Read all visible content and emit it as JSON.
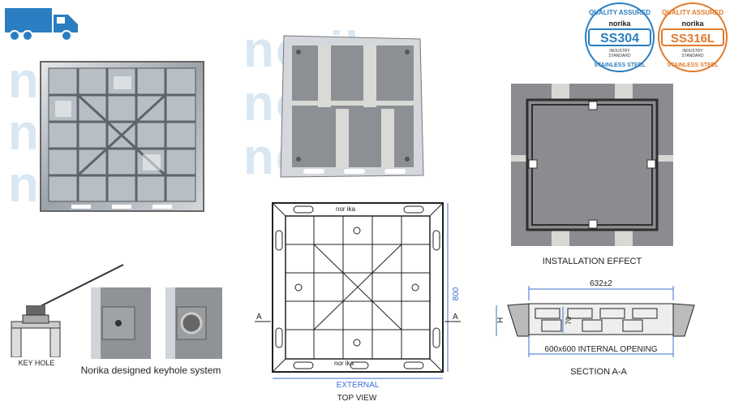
{
  "watermark": "norika",
  "colors": {
    "brand_blue": "#2a7ec1",
    "accent_orange": "#e07a2c",
    "dim_blue": "#3b6fd0"
  },
  "badges": [
    {
      "top": "QUALITY ASSURED",
      "brand": "norika",
      "grade": "SS304",
      "line1": "INDUSTRY",
      "line2": "STANDARD",
      "bottom": "STAINLESS STEEL",
      "color": "#2a7ec1"
    },
    {
      "top": "QUALITY ASSURED",
      "brand": "norika",
      "grade": "SS316L",
      "line1": "INDUSTRY",
      "line2": "STANDARD",
      "bottom": "STAINLESS STEEL",
      "color": "#e07a2c"
    }
  ],
  "top_view": {
    "brand_label": "nor ika",
    "height_dim": "800",
    "external_label": "EXTERNAL",
    "section_marker": "A",
    "caption": "TOP VIEW"
  },
  "installation": {
    "caption": "INSTALLATION EFFECT"
  },
  "section": {
    "width_dim": "632±2",
    "height_label": "H",
    "depth_dim": "70",
    "opening_dim": "600x600 INTERNAL OPENING",
    "caption": "SECTION A-A"
  },
  "keyhole": {
    "caption": "KEY HOLE",
    "system_caption": "Norika designed keyhole system"
  }
}
